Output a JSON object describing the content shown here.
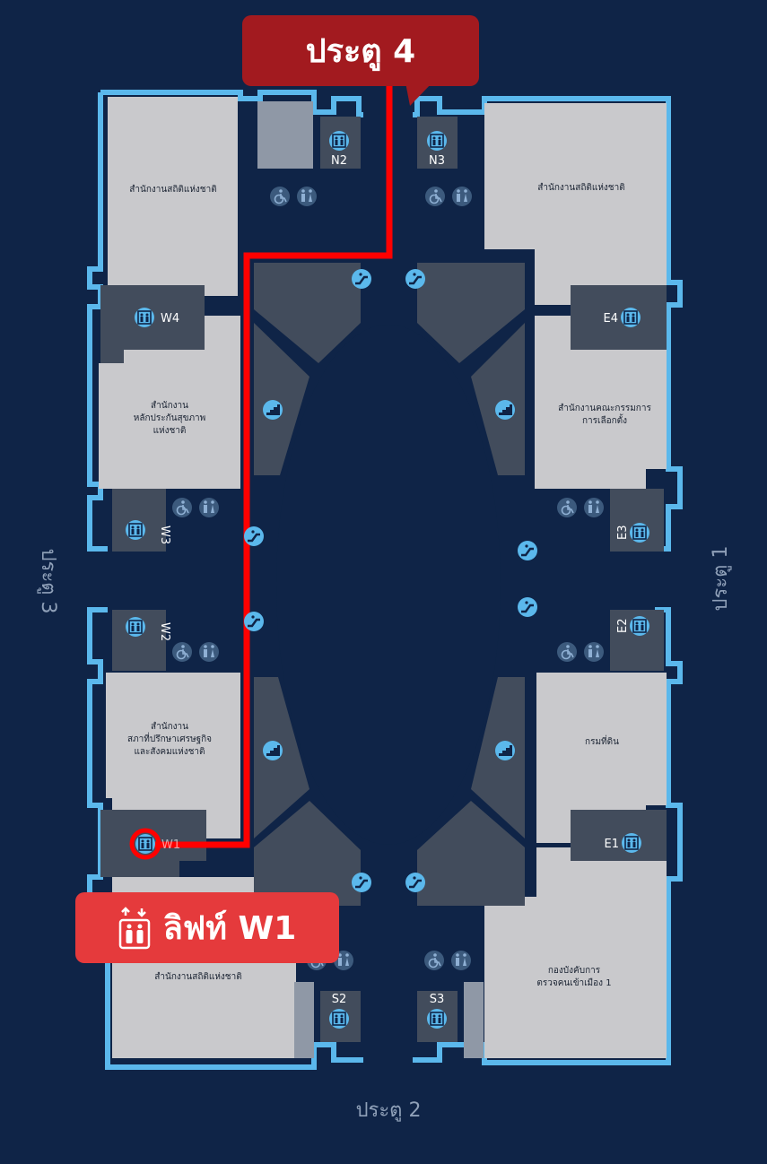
{
  "gates": {
    "top": "ประตู 4",
    "bottom": "ประตู 2",
    "left": "ประตู 3",
    "right": "ประตู 1"
  },
  "destination_label": "ลิฟท์ W1",
  "offices": {
    "nw_top": "สำนักงานสถิติแห่งชาติ",
    "ne_top": "สำนักงานสถิติแห่งชาติ",
    "w_upper": [
      "สำนักงาน",
      "หลักประกันสุขภาพ",
      "แห่งชาติ"
    ],
    "e_upper": [
      "สำนักงานคณะกรรมการ",
      "การเลือกตั้ง"
    ],
    "w_lower": [
      "สำนักงาน",
      "สภาที่ปรึกษาเศรษฐกิจ",
      "และสังคมแห่งชาติ"
    ],
    "e_lower": "กรมที่ดิน",
    "sw_bottom": "สำนักงานสถิติแห่งชาติ",
    "se_bottom": [
      "กองบังคับการ",
      "ตรวจคนเข้าเมือง 1"
    ]
  },
  "elevators": {
    "n2": "N2",
    "n3": "N3",
    "w4": "W4",
    "e4": "E4",
    "w3": "W3",
    "e3": "E3",
    "w2": "W2",
    "e2": "E2",
    "w1": "W1",
    "e1": "E1",
    "s2": "S2",
    "s3": "S3"
  },
  "colors": {
    "background": "#0f2447",
    "office": "#c9c9cc",
    "service": "#424c5c",
    "outline": "#5bb8ec",
    "route": "#ff0000",
    "banner_gate": "#a21a1f",
    "banner_lift": "#e53a3c"
  },
  "icons": [
    "elevator-icon",
    "wheelchair-icon",
    "restroom-icon",
    "escalator-icon",
    "stairs-icon"
  ]
}
